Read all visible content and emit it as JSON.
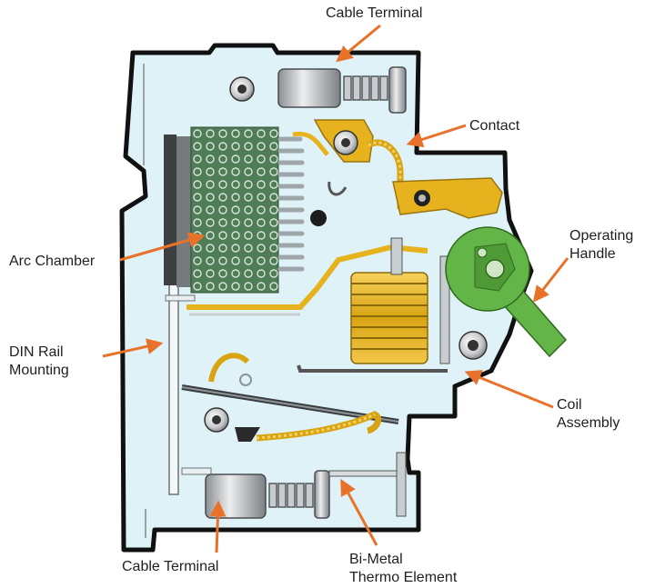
{
  "labels": {
    "cable_terminal_top": "Cable Terminal",
    "contact": "Contact",
    "operating_handle_line1": "Operating",
    "operating_handle_line2": "Handle",
    "arc_chamber": "Arc Chamber",
    "din_rail_line1": "DIN Rail",
    "din_rail_line2": "Mounting",
    "coil_assembly_line1": "Coil",
    "coil_assembly_line2": "Assembly",
    "cable_terminal_bottom": "Cable Terminal",
    "bimetal_line1": "Bi-Metal",
    "bimetal_line2": "Thermo Element"
  },
  "colors": {
    "arrow": "#e8722a",
    "housing_fill": "#dff2f8",
    "housing_stroke": "#111111",
    "gold": "#e6b31e",
    "arc_green": "#4f7d55",
    "handle_green": "#63b548",
    "metal": "#b9bcbf"
  }
}
